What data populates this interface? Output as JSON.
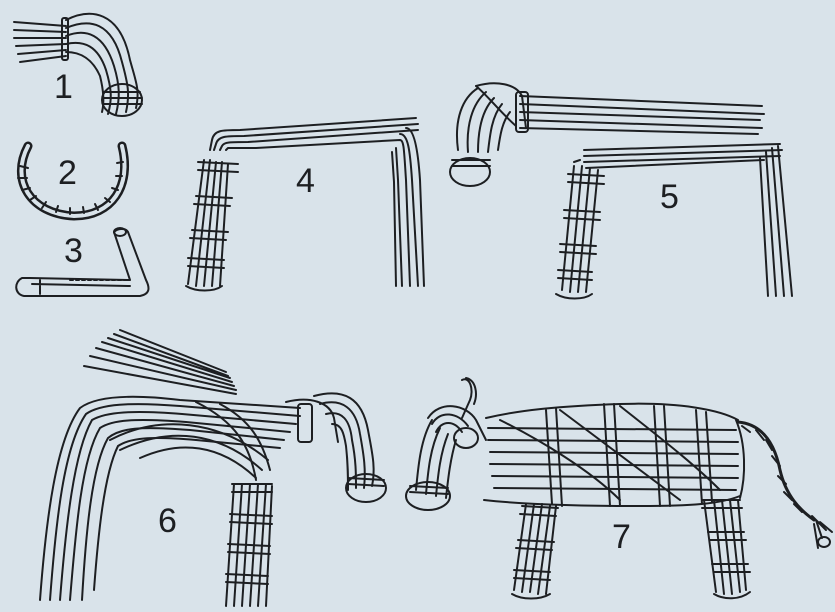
{
  "figure": {
    "background_color": "#d9e3ea",
    "ink_color": "#1d1f22",
    "steps": [
      {
        "label": "1",
        "depicts": "straw-bundle-tied"
      },
      {
        "label": "2",
        "depicts": "wrapped-ring"
      },
      {
        "label": "3",
        "depicts": "bent-tube-with-insert"
      },
      {
        "label": "4",
        "depicts": "folded-straw-leg-frame"
      },
      {
        "label": "5",
        "depicts": "horse-head-and-leg-frame"
      },
      {
        "label": "6",
        "depicts": "partially-assembled-horse"
      },
      {
        "label": "7",
        "depicts": "finished-straw-animal"
      }
    ]
  }
}
